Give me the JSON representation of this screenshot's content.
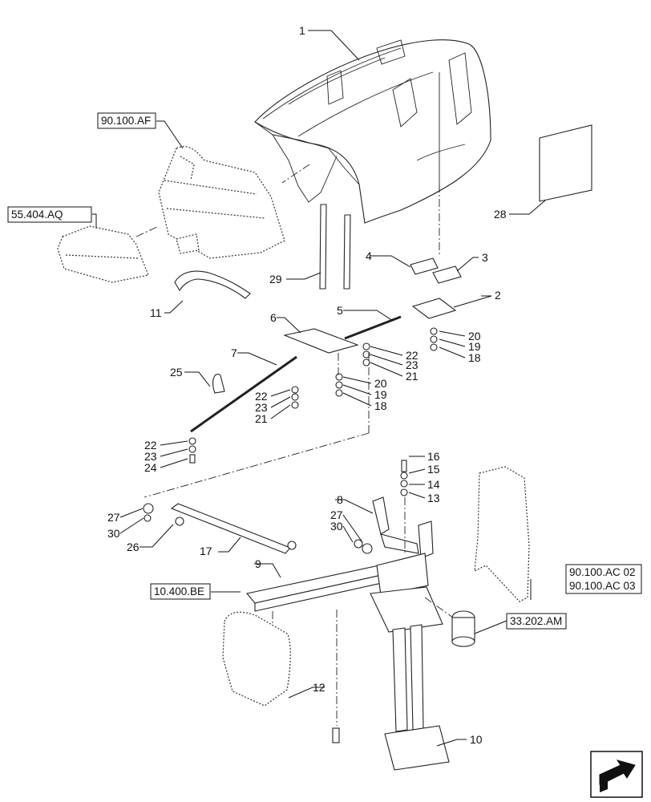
{
  "callouts": {
    "c1": "1",
    "c2": "2",
    "c3": "3",
    "c4": "4",
    "c5": "5",
    "c6": "6",
    "c7": "7",
    "c8": "8",
    "c9": "9",
    "c10": "10",
    "c11": "11",
    "c12": "12",
    "c13": "13",
    "c14": "14",
    "c15": "15",
    "c16": "16",
    "c17": "17",
    "c18a": "18",
    "c18b": "18",
    "c19a": "19",
    "c19b": "19",
    "c20a": "20",
    "c20b": "20",
    "c21a": "21",
    "c21b": "21",
    "c22a": "22",
    "c22b": "22",
    "c22c": "22",
    "c23a": "23",
    "c23b": "23",
    "c23c": "23",
    "c24": "24",
    "c25": "25",
    "c26": "26",
    "c27a": "27",
    "c27b": "27",
    "c28": "28",
    "c29": "29",
    "c30a": "30",
    "c30b": "30"
  },
  "references": {
    "r_90_100_af": "90.100.AF",
    "r_55_404_aq": "55.404.AQ",
    "r_10_400_be": "10.400.BE",
    "r_90_100_ac02": "90.100.AC 02",
    "r_90_100_ac03": "90.100.AC 03",
    "r_33_202_am": "33.202.AM"
  },
  "nav": {
    "icon": "next-page-arrow-icon"
  }
}
